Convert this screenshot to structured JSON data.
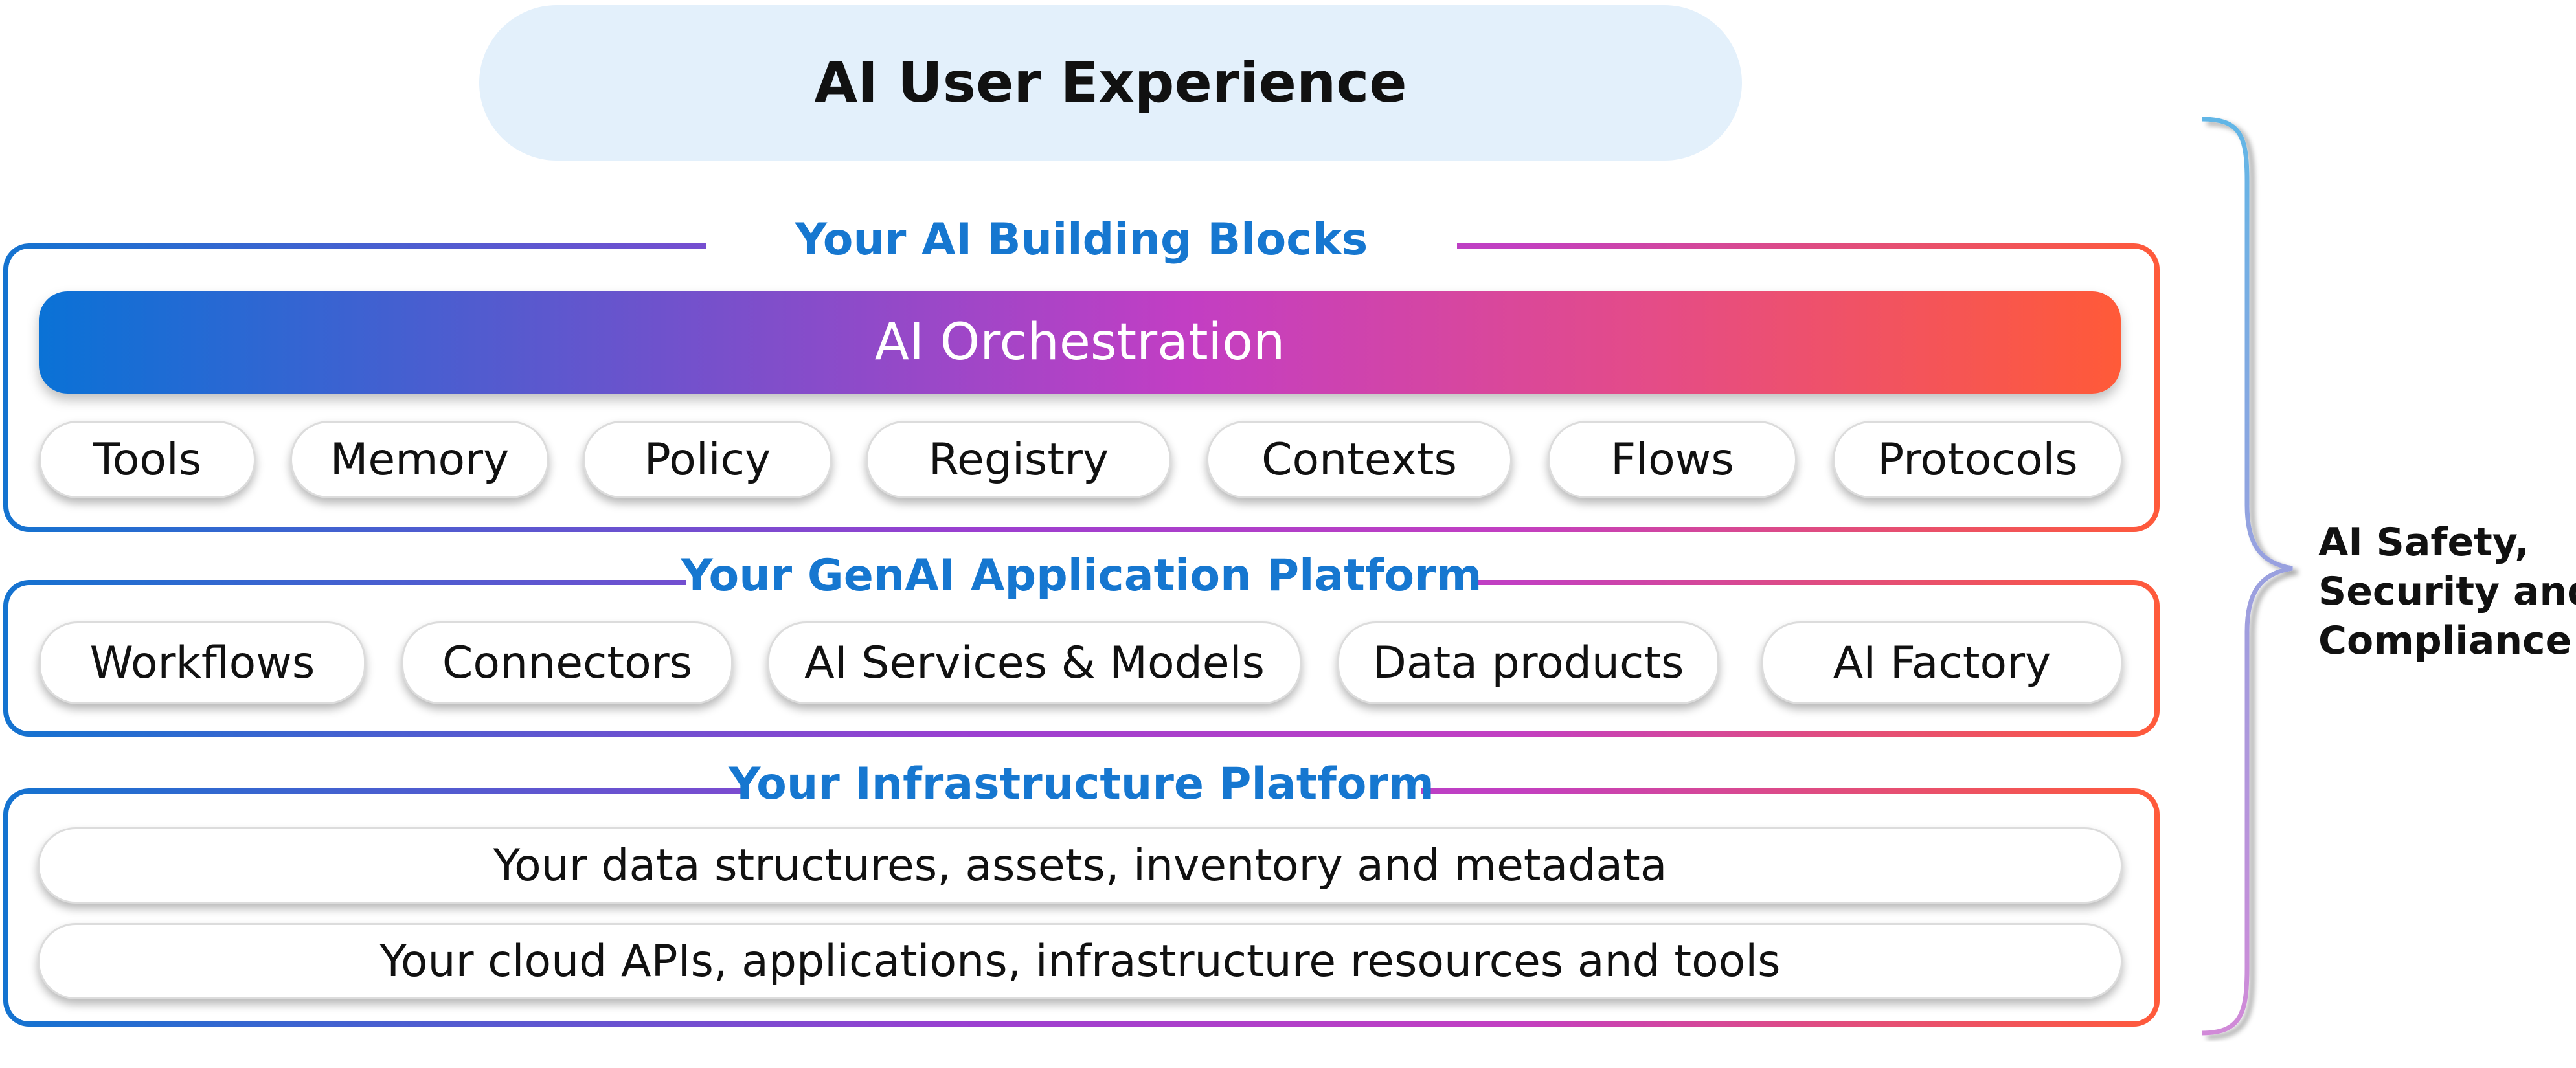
{
  "top": {
    "title": "AI User Experience"
  },
  "building_blocks": {
    "title": "Your AI Building Blocks",
    "orchestration": "AI Orchestration",
    "items": [
      "Tools",
      "Memory",
      "Policy",
      "Registry",
      "Contexts",
      "Flows",
      "Protocols"
    ]
  },
  "genai_platform": {
    "title": "Your GenAI Application Platform",
    "items": [
      "Workflows",
      "Connectors",
      "AI Services & Models",
      "Data products",
      "AI Factory"
    ]
  },
  "infrastructure": {
    "title": "Your Infrastructure Platform",
    "rows": [
      "Your data structures, assets, inventory and metadata",
      "Your cloud APIs, applications, infrastructure resources and tools"
    ]
  },
  "side": {
    "lines": [
      "AI Safety,",
      "Security and",
      "Compliance"
    ]
  },
  "colors": {
    "gradient_start": "#1473d0",
    "gradient_mid": "#c23fc2",
    "gradient_end": "#ff5a3a",
    "title_blue": "#1677d0",
    "ux_pill": "#e3f0fb"
  }
}
